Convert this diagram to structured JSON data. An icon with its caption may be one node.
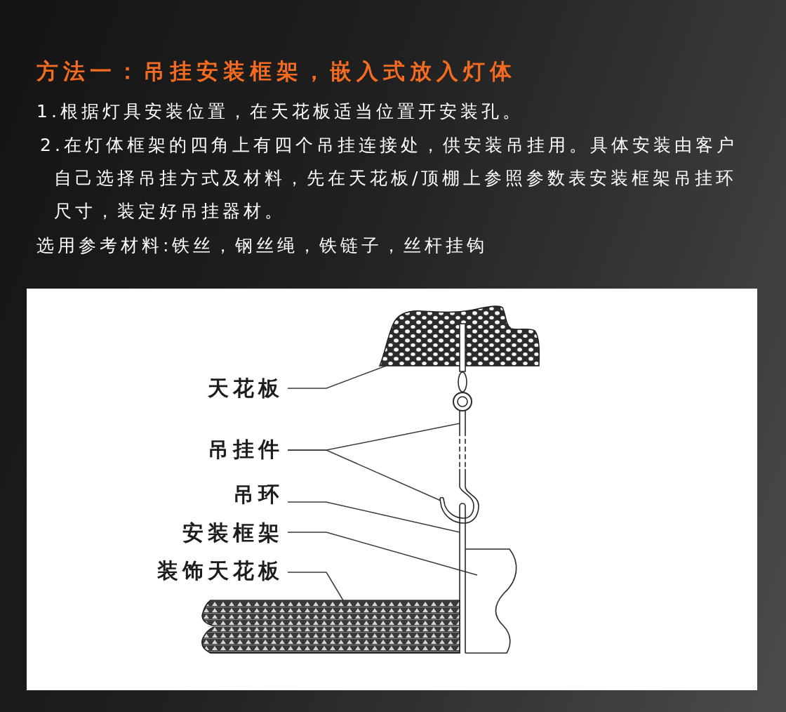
{
  "diagram": {
    "title": "方法一：吊挂安装框架，嵌入式放入灯体",
    "nodes": [
      {
        "text": [
          "天花板"
        ]
      },
      {
        "text": [
          "吊挂件"
        ]
      },
      {
        "text": [
          "吊环"
        ]
      },
      {
        "text": [
          "安装框架"
        ]
      },
      {
        "text": [
          "装饰天花板"
        ]
      },
      {
        "text": [],
        "shape": "picture"
      },
      {
        "text": [],
        "shape": "bar"
      },
      {
        "text": [],
        "shape": "hook"
      },
      {
        "text": [],
        "shape": "bar"
      },
      {
        "text": [],
        "shape": "box"
      },
      {
        "text": [],
        "shape": "picture"
      }
    ],
    "edges": [
      {
        "from": 0,
        "to": 5,
        "arrow": "none"
      },
      {
        "from": 1,
        "to": 6,
        "arrow": "none"
      },
      {
        "from": 1,
        "to": 7,
        "arrow": "none"
      },
      {
        "from": 2,
        "to": 8,
        "arrow": "none"
      },
      {
        "from": 3,
        "to": 9,
        "arrow": "none"
      },
      {
        "from": 4,
        "to": 10,
        "arrow": "none"
      }
    ],
    "labels": [
      "1.根据灯具安装位置，在天花板适当位置开安装孔。",
      "2.在灯体框架的四角上有四个吊挂连接处，供安装吊挂用。具体安装由客户自己选择吊挂方式及材料，先在天花板/顶棚上参照参数表安装框架吊挂环尺寸，装定好吊挂器材。",
      "选用参考材料:铁丝，钢丝绳，铁链子，丝杆挂钩"
    ]
  }
}
